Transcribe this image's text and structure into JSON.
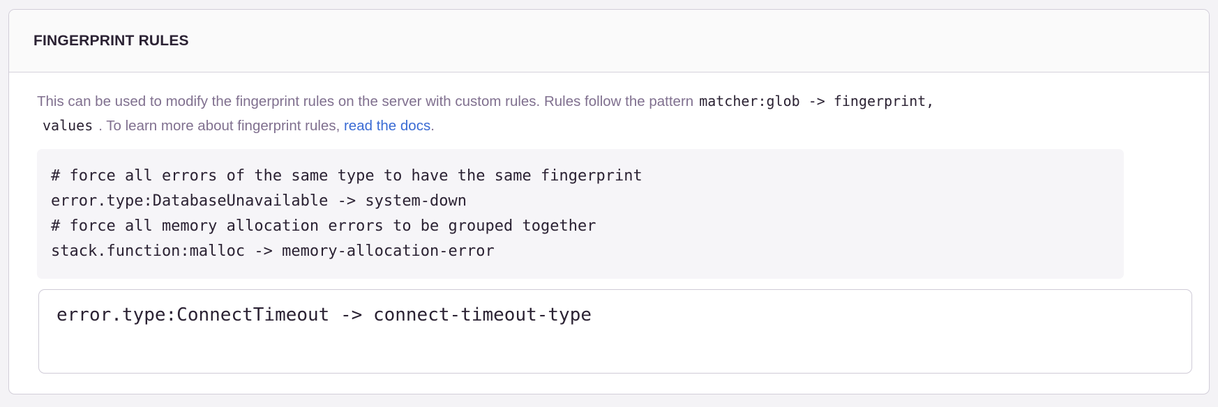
{
  "panel": {
    "title": "FINGERPRINT RULES",
    "description": {
      "text_before_code": "This can be used to modify the fingerprint rules on the server with custom rules. Rules follow the pattern",
      "pattern_code_line1": "matcher:glob -> fingerprint,",
      "pattern_code_line2": "values",
      "text_after_code": ". To learn more about fingerprint rules,",
      "link_label": "read the docs",
      "text_end": "."
    },
    "example_code": "# force all errors of the same type to have the same fingerprint\nerror.type:DatabaseUnavailable -> system-down\n# force all memory allocation errors to be grouped together\nstack.function:malloc -> memory-allocation-error",
    "rules_input": {
      "value": "error.type:ConnectTimeout -> connect-timeout-type"
    }
  },
  "colors": {
    "page_background": "#f4f3f6",
    "card_background": "#ffffff",
    "card_border": "#d2ced9",
    "header_background": "#fafafa",
    "title_text": "#2b2233",
    "description_text": "#80708f",
    "code_text": "#2b2233",
    "link": "#3a6bd4",
    "example_block_background": "#f6f5f8",
    "textarea_border": "#cfcbd7"
  }
}
